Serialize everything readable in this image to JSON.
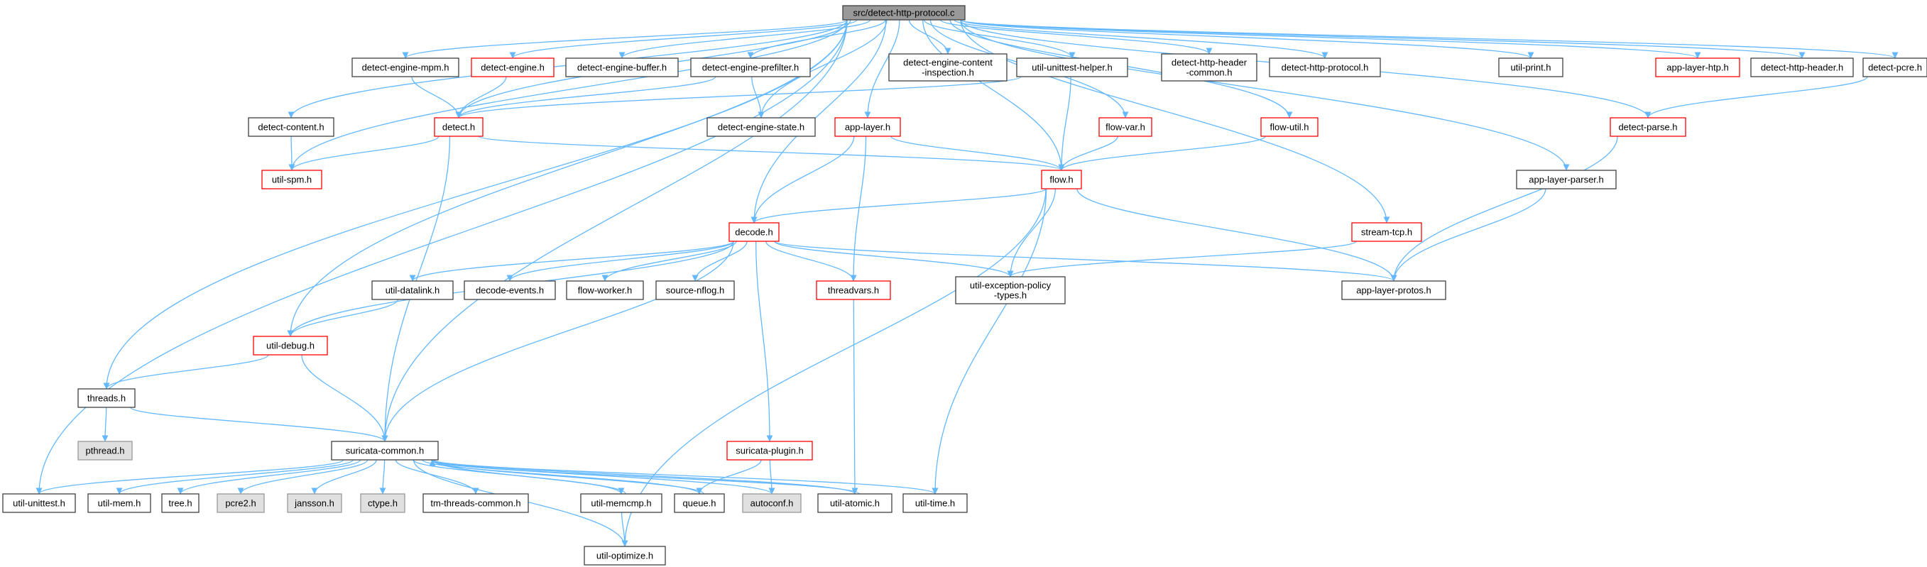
{
  "colors": {
    "edge": "#63b8ff",
    "border_default": "#404040",
    "border_red": "#ff0000",
    "fill_root": "#999999",
    "fill_gray": "#e0e0e0",
    "fill_white": "#ffffff"
  },
  "nodes": [
    {
      "id": "root",
      "label": "src/detect-http-protocol.c",
      "style": "root"
    },
    {
      "id": "detect-engine-mpm",
      "label": "detect-engine-mpm.h",
      "style": "plain"
    },
    {
      "id": "detect-engine",
      "label": "detect-engine.h",
      "style": "red"
    },
    {
      "id": "detect-engine-buffer",
      "label": "detect-engine-buffer.h",
      "style": "plain"
    },
    {
      "id": "detect-engine-prefilter",
      "label": "detect-engine-prefilter.h",
      "style": "plain"
    },
    {
      "id": "detect-engine-content",
      "label": "detect-engine-content\n-inspection.h",
      "style": "plain"
    },
    {
      "id": "util-unittest-helper",
      "label": "util-unittest-helper.h",
      "style": "plain"
    },
    {
      "id": "detect-http-header-common",
      "label": "detect-http-header\n-common.h",
      "style": "plain"
    },
    {
      "id": "detect-http-protocol",
      "label": "detect-http-protocol.h",
      "style": "plain"
    },
    {
      "id": "util-print",
      "label": "util-print.h",
      "style": "plain"
    },
    {
      "id": "app-layer-htp",
      "label": "app-layer-htp.h",
      "style": "red"
    },
    {
      "id": "detect-http-header",
      "label": "detect-http-header.h",
      "style": "plain"
    },
    {
      "id": "detect-pcre",
      "label": "detect-pcre.h",
      "style": "plain"
    },
    {
      "id": "detect-content",
      "label": "detect-content.h",
      "style": "plain"
    },
    {
      "id": "detect",
      "label": "detect.h",
      "style": "red"
    },
    {
      "id": "detect-engine-state",
      "label": "detect-engine-state.h",
      "style": "plain"
    },
    {
      "id": "app-layer",
      "label": "app-layer.h",
      "style": "red"
    },
    {
      "id": "flow-var",
      "label": "flow-var.h",
      "style": "red"
    },
    {
      "id": "flow-util",
      "label": "flow-util.h",
      "style": "red"
    },
    {
      "id": "detect-parse",
      "label": "detect-parse.h",
      "style": "red"
    },
    {
      "id": "util-spm",
      "label": "util-spm.h",
      "style": "red"
    },
    {
      "id": "flow",
      "label": "flow.h",
      "style": "red"
    },
    {
      "id": "app-layer-parser",
      "label": "app-layer-parser.h",
      "style": "plain"
    },
    {
      "id": "decode",
      "label": "decode.h",
      "style": "red"
    },
    {
      "id": "stream-tcp",
      "label": "stream-tcp.h",
      "style": "red"
    },
    {
      "id": "util-datalink",
      "label": "util-datalink.h",
      "style": "plain"
    },
    {
      "id": "decode-events",
      "label": "decode-events.h",
      "style": "plain"
    },
    {
      "id": "flow-worker",
      "label": "flow-worker.h",
      "style": "plain"
    },
    {
      "id": "source-nflog",
      "label": "source-nflog.h",
      "style": "plain"
    },
    {
      "id": "threadvars",
      "label": "threadvars.h",
      "style": "red"
    },
    {
      "id": "util-exception-policy-types",
      "label": "util-exception-policy\n-types.h",
      "style": "plain"
    },
    {
      "id": "app-layer-protos",
      "label": "app-layer-protos.h",
      "style": "plain"
    },
    {
      "id": "util-debug",
      "label": "util-debug.h",
      "style": "red"
    },
    {
      "id": "threads",
      "label": "threads.h",
      "style": "plain"
    },
    {
      "id": "pthread",
      "label": "pthread.h",
      "style": "gray"
    },
    {
      "id": "suricata-common",
      "label": "suricata-common.h",
      "style": "plain"
    },
    {
      "id": "suricata-plugin",
      "label": "suricata-plugin.h",
      "style": "red"
    },
    {
      "id": "util-unittest",
      "label": "util-unittest.h",
      "style": "plain"
    },
    {
      "id": "util-mem",
      "label": "util-mem.h",
      "style": "plain"
    },
    {
      "id": "tree",
      "label": "tree.h",
      "style": "plain"
    },
    {
      "id": "pcre2",
      "label": "pcre2.h",
      "style": "gray"
    },
    {
      "id": "jansson",
      "label": "jansson.h",
      "style": "gray"
    },
    {
      "id": "ctype",
      "label": "ctype.h",
      "style": "gray"
    },
    {
      "id": "tm-threads-common",
      "label": "tm-threads-common.h",
      "style": "plain"
    },
    {
      "id": "util-memcmp",
      "label": "util-memcmp.h",
      "style": "plain"
    },
    {
      "id": "queue",
      "label": "queue.h",
      "style": "plain"
    },
    {
      "id": "autoconf",
      "label": "autoconf.h",
      "style": "gray"
    },
    {
      "id": "util-atomic",
      "label": "util-atomic.h",
      "style": "plain"
    },
    {
      "id": "util-time",
      "label": "util-time.h",
      "style": "plain"
    },
    {
      "id": "util-optimize",
      "label": "util-optimize.h",
      "style": "plain"
    }
  ],
  "edges": [
    [
      "root",
      "detect-engine-mpm"
    ],
    [
      "root",
      "detect-engine"
    ],
    [
      "root",
      "detect-engine-buffer"
    ],
    [
      "root",
      "detect-engine-prefilter"
    ],
    [
      "root",
      "detect-engine-content"
    ],
    [
      "root",
      "util-unittest-helper"
    ],
    [
      "root",
      "detect-http-header-common"
    ],
    [
      "root",
      "detect-http-protocol"
    ],
    [
      "root",
      "util-print"
    ],
    [
      "root",
      "app-layer-htp"
    ],
    [
      "root",
      "detect-http-header"
    ],
    [
      "root",
      "detect-pcre"
    ],
    [
      "root",
      "detect-content"
    ],
    [
      "root",
      "detect"
    ],
    [
      "root",
      "detect-engine-state"
    ],
    [
      "root",
      "app-layer"
    ],
    [
      "root",
      "flow-var"
    ],
    [
      "root",
      "flow-util"
    ],
    [
      "root",
      "detect-parse"
    ],
    [
      "root",
      "util-spm"
    ],
    [
      "root",
      "flow"
    ],
    [
      "root",
      "app-layer-parser"
    ],
    [
      "root",
      "decode"
    ],
    [
      "root",
      "stream-tcp"
    ],
    [
      "root",
      "util-debug"
    ],
    [
      "root",
      "threads"
    ],
    [
      "root",
      "suricata-common"
    ],
    [
      "root",
      "util-unittest"
    ],
    [
      "detect-engine-mpm",
      "detect"
    ],
    [
      "detect-engine",
      "detect"
    ],
    [
      "detect-engine-prefilter",
      "detect"
    ],
    [
      "detect-engine-prefilter",
      "detect-engine-state"
    ],
    [
      "util-unittest-helper",
      "detect"
    ],
    [
      "util-unittest-helper",
      "flow"
    ],
    [
      "detect-pcre",
      "detect-parse"
    ],
    [
      "detect-content",
      "util-spm"
    ],
    [
      "detect",
      "util-spm"
    ],
    [
      "detect",
      "flow"
    ],
    [
      "detect",
      "suricata-common"
    ],
    [
      "app-layer",
      "flow"
    ],
    [
      "app-layer",
      "decode"
    ],
    [
      "app-layer",
      "threadvars"
    ],
    [
      "flow-var",
      "flow"
    ],
    [
      "flow-util",
      "flow"
    ],
    [
      "detect-parse",
      "app-layer-protos"
    ],
    [
      "flow",
      "decode"
    ],
    [
      "flow",
      "util-exception-policy-types"
    ],
    [
      "flow",
      "app-layer-protos"
    ],
    [
      "flow",
      "util-time"
    ],
    [
      "flow",
      "util-optimize"
    ],
    [
      "app-layer-parser",
      "app-layer-protos"
    ],
    [
      "stream-tcp",
      "util-exception-policy-types"
    ],
    [
      "decode",
      "util-datalink"
    ],
    [
      "decode",
      "decode-events"
    ],
    [
      "decode",
      "flow-worker"
    ],
    [
      "decode",
      "source-nflog"
    ],
    [
      "decode",
      "threadvars"
    ],
    [
      "decode",
      "util-exception-policy-types"
    ],
    [
      "decode",
      "app-layer-protos"
    ],
    [
      "decode",
      "util-debug"
    ],
    [
      "decode",
      "suricata-common"
    ],
    [
      "decode",
      "suricata-plugin"
    ],
    [
      "util-datalink",
      "util-debug"
    ],
    [
      "threadvars",
      "util-atomic"
    ],
    [
      "util-debug",
      "threads"
    ],
    [
      "util-debug",
      "suricata-common"
    ],
    [
      "threads",
      "pthread"
    ],
    [
      "threads",
      "suricata-common"
    ],
    [
      "suricata-plugin",
      "queue"
    ],
    [
      "suricata-plugin",
      "autoconf"
    ],
    [
      "suricata-common",
      "util-unittest"
    ],
    [
      "suricata-common",
      "util-mem"
    ],
    [
      "suricata-common",
      "tree"
    ],
    [
      "suricata-common",
      "pcre2"
    ],
    [
      "suricata-common",
      "jansson"
    ],
    [
      "suricata-common",
      "ctype"
    ],
    [
      "suricata-common",
      "tm-threads-common"
    ],
    [
      "suricata-common",
      "util-memcmp"
    ],
    [
      "suricata-common",
      "queue"
    ],
    [
      "suricata-common",
      "autoconf"
    ],
    [
      "suricata-common",
      "util-atomic"
    ],
    [
      "suricata-common",
      "util-time"
    ],
    [
      "suricata-common",
      "util-optimize"
    ],
    [
      "util-memcmp",
      "suricata-common"
    ],
    [
      "util-memcmp",
      "util-optimize"
    ],
    [
      "queue",
      "suricata-common"
    ],
    [
      "util-atomic",
      "suricata-common"
    ]
  ]
}
